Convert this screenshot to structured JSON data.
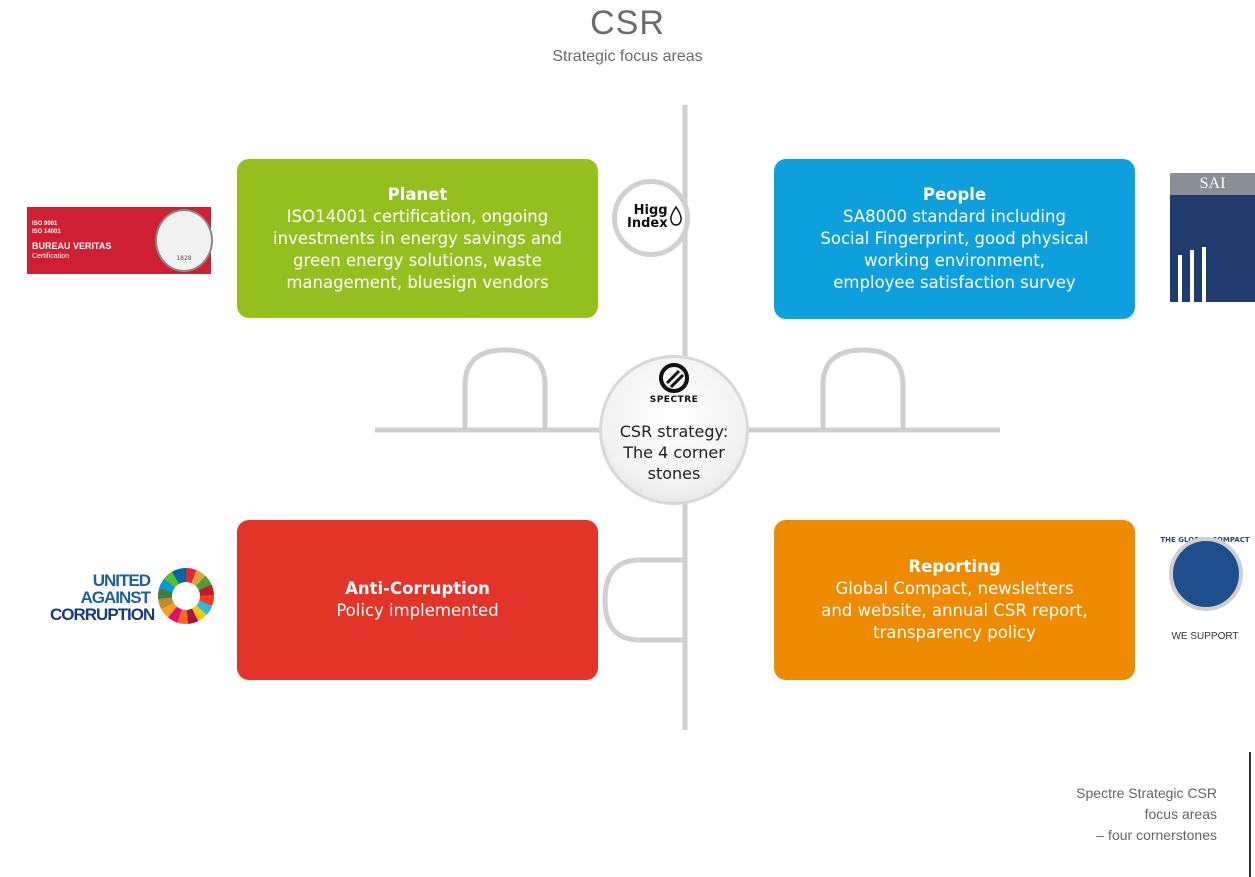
{
  "header": {
    "title": "CSR",
    "subtitle": "Strategic focus areas"
  },
  "center": {
    "brand": "SPECTRE",
    "text_lines": [
      "CSR strategy:",
      "The 4 corner",
      "stones"
    ]
  },
  "higg_badge": [
    "Higg",
    "Index"
  ],
  "quadrants": {
    "planet": {
      "title": "Planet",
      "lines": [
        "ISO14001 certification, ongoing",
        "investments in energy savings and",
        "green energy solutions, waste",
        "management, bluesign vendors"
      ],
      "color": "#93c01f"
    },
    "people": {
      "title": "People",
      "lines": [
        "SA8000 standard including",
        "Social Fingerprint, good physical",
        "working environment,",
        "employee satisfaction survey"
      ],
      "color": "#0ea0dd"
    },
    "anti_corruption": {
      "title": "Anti-Corruption",
      "lines": [
        "Policy implemented"
      ],
      "color": "#e3342a"
    },
    "reporting": {
      "title": "Reporting",
      "lines": [
        "Global Compact, newsletters",
        "and website, annual CSR report,",
        "transparency policy"
      ],
      "color": "#ef8b00"
    }
  },
  "logos": {
    "bureau_veritas": {
      "cert_lines": [
        "ISO 9001",
        "ISO 14001"
      ],
      "name": "BUREAU VERITAS",
      "sub": "Certification",
      "seal_year": "1828"
    },
    "sai": {
      "text": "SAI"
    },
    "united_against_corruption": [
      "UNITED",
      "AGAINST",
      "CORRUPTION"
    ],
    "global_compact": {
      "arc_text": "THE GLOBAL COMPACT",
      "support": "WE SUPPORT"
    }
  },
  "caption": [
    "Spectre Strategic CSR",
    "focus areas",
    "– four cornerstones"
  ]
}
